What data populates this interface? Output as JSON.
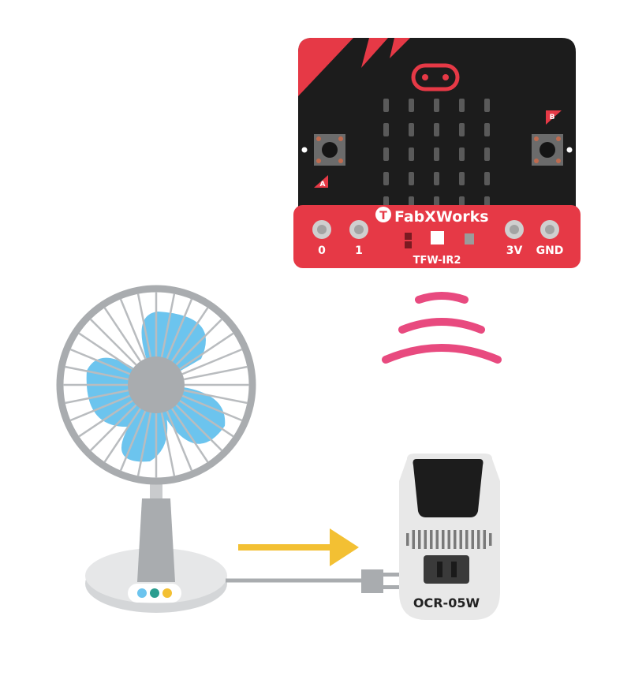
{
  "board": {
    "brand": "FabXWorks",
    "brand_badge": "T",
    "button_a_label": "A",
    "button_b_label": "B",
    "pin_labels": [
      "0",
      "1",
      "3V",
      "GND"
    ],
    "module_label": "TFW-IR2"
  },
  "outlet": {
    "model_label": "OCR-05W"
  },
  "colors": {
    "board_black": "#1c1c1c",
    "board_red": "#e63946",
    "signal_pink": "#e84a7f",
    "arrow_yellow": "#f3c033",
    "fan_blue": "#6cc4ee",
    "fan_gray": "#a9acaf"
  },
  "icons": [
    "infrared-signal-icon",
    "arrow-right-icon",
    "power-plug-icon",
    "fan-icon"
  ]
}
